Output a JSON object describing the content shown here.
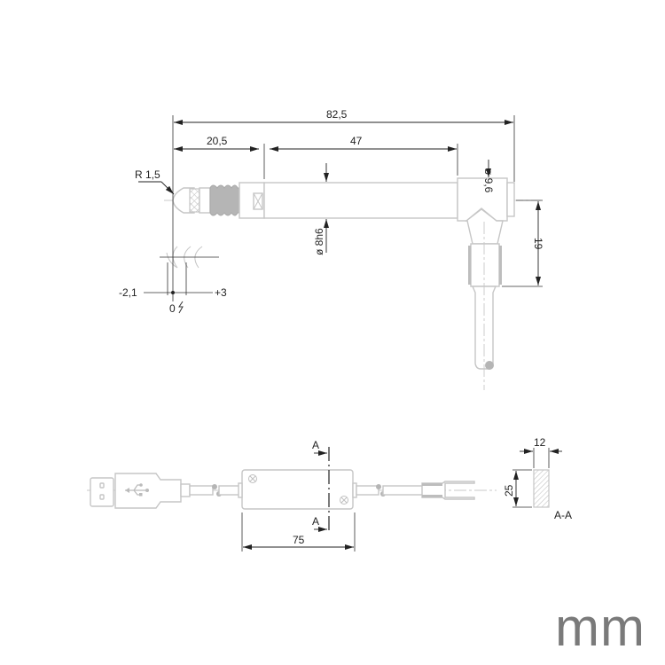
{
  "drawing": {
    "type": "technical dimension drawing",
    "units": "mm",
    "probe": {
      "dimensions": {
        "overall_length": "82,5",
        "tip_to_shoulder": "20,5",
        "shaft_length": "47",
        "tip_radius": "R 1,5",
        "shaft_diameter": "ø 8h6",
        "housing_diameter": "ø 9,6",
        "cable_exit_height": "19"
      },
      "stroke": {
        "min": "-2,1",
        "zero": "0",
        "max": "+3"
      }
    },
    "interface_module": {
      "length": "75",
      "section_marker_top": "A",
      "section_marker_bottom": "A"
    },
    "section_view": {
      "width": "12",
      "height": "25",
      "label": "A-A"
    }
  }
}
